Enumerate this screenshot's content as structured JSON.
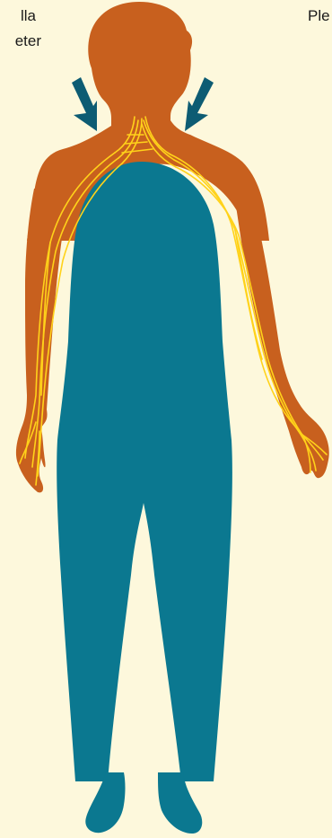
{
  "labels": {
    "left_line_1": "lla",
    "left_line_2": "eter",
    "right_line_1": "Ple"
  },
  "colors": {
    "background": "#fdf8dc",
    "skin": "#c8601e",
    "clothing": "#0b7890",
    "nerves": "#ffd21a",
    "arrows": "#0d5c73"
  },
  "icons": {
    "arrows": [
      "down-right-arrow-icon",
      "down-left-arrow-icon"
    ]
  }
}
